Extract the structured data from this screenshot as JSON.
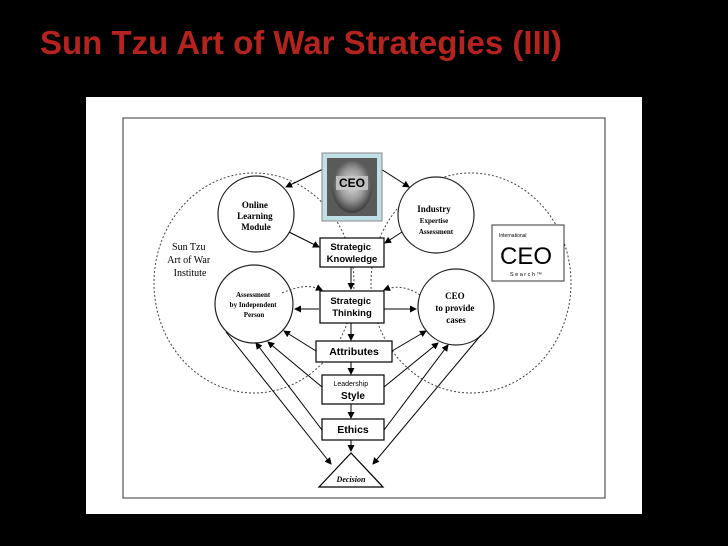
{
  "slide": {
    "title": "Sun Tzu Art of War Strategies (III)"
  },
  "diagram": {
    "ceo_photo": {
      "label": "CEO"
    },
    "left_group": {
      "label_lines": [
        "Sun Tzu",
        "Art of War",
        "Institute"
      ]
    },
    "online_learning": {
      "lines": [
        "Online",
        "Learning",
        "Module"
      ]
    },
    "industry": {
      "lines": [
        "Industry",
        "Expertise",
        "Assessment"
      ]
    },
    "assessment": {
      "lines": [
        "Assessment",
        "by Independent",
        "Person"
      ]
    },
    "ceo_cases": {
      "lines": [
        "CEO",
        "to provide",
        "cases"
      ]
    },
    "strategic_knowledge": {
      "lines": [
        "Strategic",
        "Knowledge"
      ]
    },
    "strategic_thinking": {
      "lines": [
        "Strategic",
        "Thinking"
      ]
    },
    "attributes": {
      "label": "Attributes"
    },
    "leadership_style": {
      "lines": [
        "Leadership",
        "Style"
      ]
    },
    "ethics": {
      "label": "Ethics"
    },
    "decision": {
      "label": "Decision"
    },
    "ceo_search_logo": {
      "small": "International",
      "big": "CEO",
      "sub": "S e a r c h ™"
    }
  }
}
